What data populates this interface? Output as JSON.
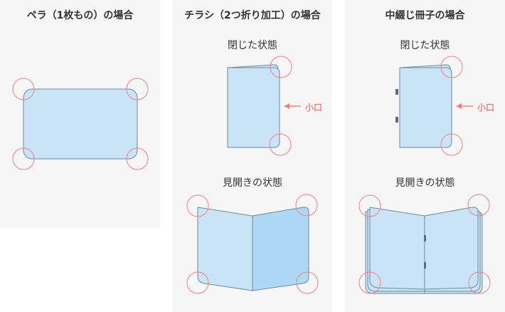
{
  "colors": {
    "background": "#f6f6f6",
    "paper_fill": "#c9e4f7",
    "paper_fill_dark": "#aed8f5",
    "paper_stroke": "#6e88a0",
    "circle_stroke": "#f08080",
    "accent_text": "#f08080",
    "text": "#333333"
  },
  "panels": [
    {
      "heading": "ペラ（1枚もの）の場合"
    },
    {
      "heading": "チラシ（2つ折り加工）の場合",
      "closed_label": "閉じた状態",
      "open_label": "見開きの状態",
      "edge_label": "小口"
    },
    {
      "heading": "中綴じ冊子の場合",
      "closed_label": "閉じた状態",
      "open_label": "見開きの状態",
      "edge_label": "小口"
    }
  ]
}
